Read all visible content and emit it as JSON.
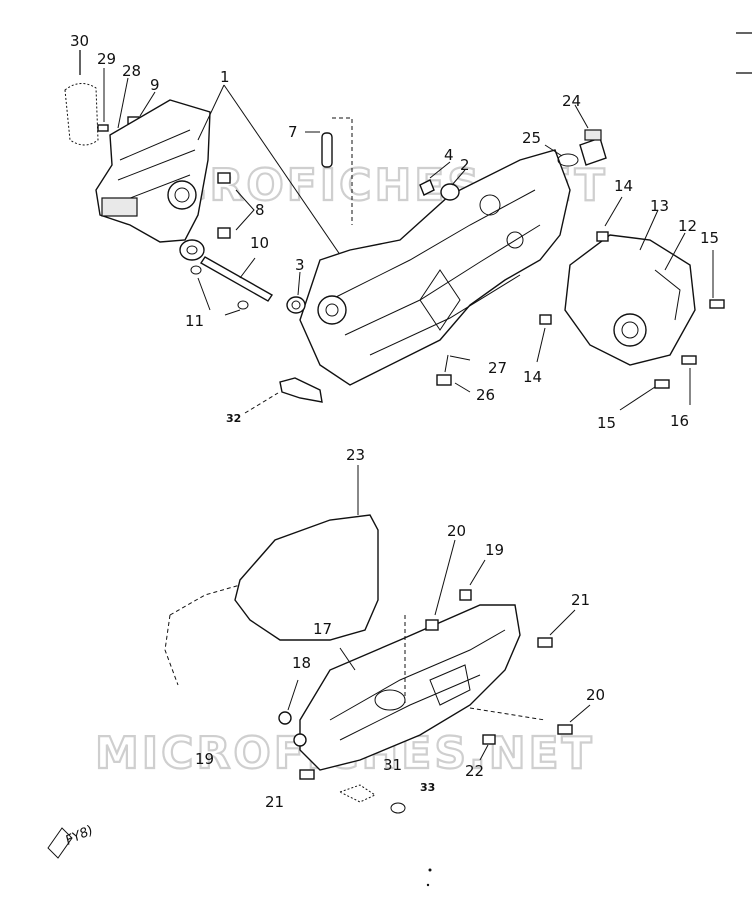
{
  "diagram": {
    "callouts": [
      {
        "id": "c30",
        "text": "30"
      },
      {
        "id": "c29",
        "text": "29"
      },
      {
        "id": "c28",
        "text": "28"
      },
      {
        "id": "c9",
        "text": "9"
      },
      {
        "id": "c1",
        "text": "1"
      },
      {
        "id": "c7",
        "text": "7"
      },
      {
        "id": "c4",
        "text": "4"
      },
      {
        "id": "c2",
        "text": "2"
      },
      {
        "id": "c25",
        "text": "25"
      },
      {
        "id": "c24",
        "text": "24"
      },
      {
        "id": "c14a",
        "text": "14"
      },
      {
        "id": "c13",
        "text": "13"
      },
      {
        "id": "c12",
        "text": "12"
      },
      {
        "id": "c15a",
        "text": "15"
      },
      {
        "id": "c8",
        "text": "8"
      },
      {
        "id": "c10",
        "text": "10"
      },
      {
        "id": "c3",
        "text": "3"
      },
      {
        "id": "c11",
        "text": "11"
      },
      {
        "id": "c27",
        "text": "27"
      },
      {
        "id": "c26",
        "text": "26"
      },
      {
        "id": "c14b",
        "text": "14"
      },
      {
        "id": "c32",
        "text": "32"
      },
      {
        "id": "c15b",
        "text": "15"
      },
      {
        "id": "c16",
        "text": "16"
      },
      {
        "id": "c23",
        "text": "23"
      },
      {
        "id": "c20a",
        "text": "20"
      },
      {
        "id": "c19a",
        "text": "19"
      },
      {
        "id": "c21a",
        "text": "21"
      },
      {
        "id": "c17",
        "text": "17"
      },
      {
        "id": "c18",
        "text": "18"
      },
      {
        "id": "c20b",
        "text": "20"
      },
      {
        "id": "c19b",
        "text": "19"
      },
      {
        "id": "c31",
        "text": "31"
      },
      {
        "id": "c22",
        "text": "22"
      },
      {
        "id": "c21b",
        "text": "21"
      },
      {
        "id": "c33",
        "text": "33"
      }
    ],
    "watermark": "MICROFICHES.NET",
    "stamp": "FY8)"
  }
}
